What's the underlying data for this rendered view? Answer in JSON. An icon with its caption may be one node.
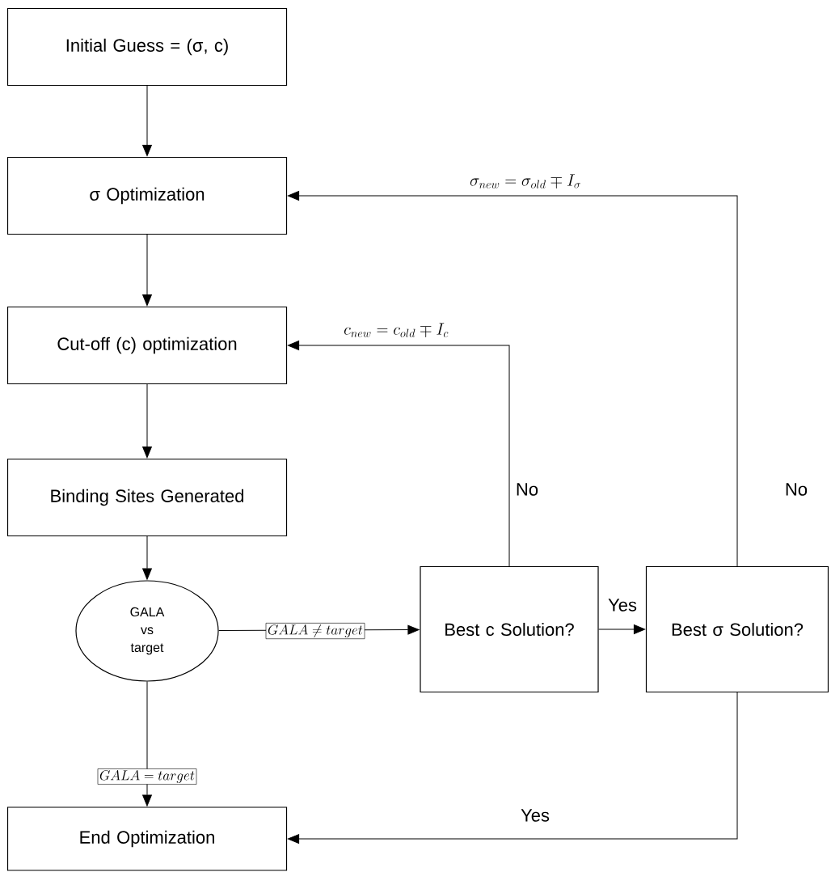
{
  "diagram": {
    "nodes": [
      {
        "text": [
          "Initial Guess = (σ, c)"
        ]
      },
      {
        "text": [
          "σ Optimization"
        ]
      },
      {
        "text": [
          "Cut-off (c) optimization"
        ]
      },
      {
        "text": [
          "Binding Sites Generated"
        ]
      },
      {
        "text": [
          "GALA vs target"
        ]
      },
      {
        "text": [
          "End Optimization"
        ]
      },
      {
        "text": [
          "Best c Solution?"
        ]
      },
      {
        "text": [
          "Best σ Solution?"
        ]
      }
    ],
    "edges": [
      {
        "from": 0,
        "to": 1,
        "arrow": "to"
      },
      {
        "from": 1,
        "to": 2,
        "arrow": "to"
      },
      {
        "from": 2,
        "to": 3,
        "arrow": "to"
      },
      {
        "from": 3,
        "to": 4,
        "arrow": "to"
      },
      {
        "from": 4,
        "to": 6,
        "arrow": "to",
        "label": "GALA \\neq target"
      },
      {
        "from": 4,
        "to": 5,
        "arrow": "to",
        "label": "GALA = target"
      },
      {
        "from": 6,
        "to": 7,
        "arrow": "to",
        "label": "Yes"
      },
      {
        "from": 6,
        "to": 2,
        "arrow": "to",
        "label": "c_{new} = c_{old} \\mp I_c"
      },
      {
        "from": 7,
        "to": 1,
        "arrow": "to",
        "label": "\\sigma_{new} = \\sigma_{old} \\mp I_\\sigma"
      },
      {
        "from": 7,
        "to": 5,
        "arrow": "to",
        "label": "Yes"
      }
    ],
    "labels": [
      "No",
      "No"
    ]
  }
}
